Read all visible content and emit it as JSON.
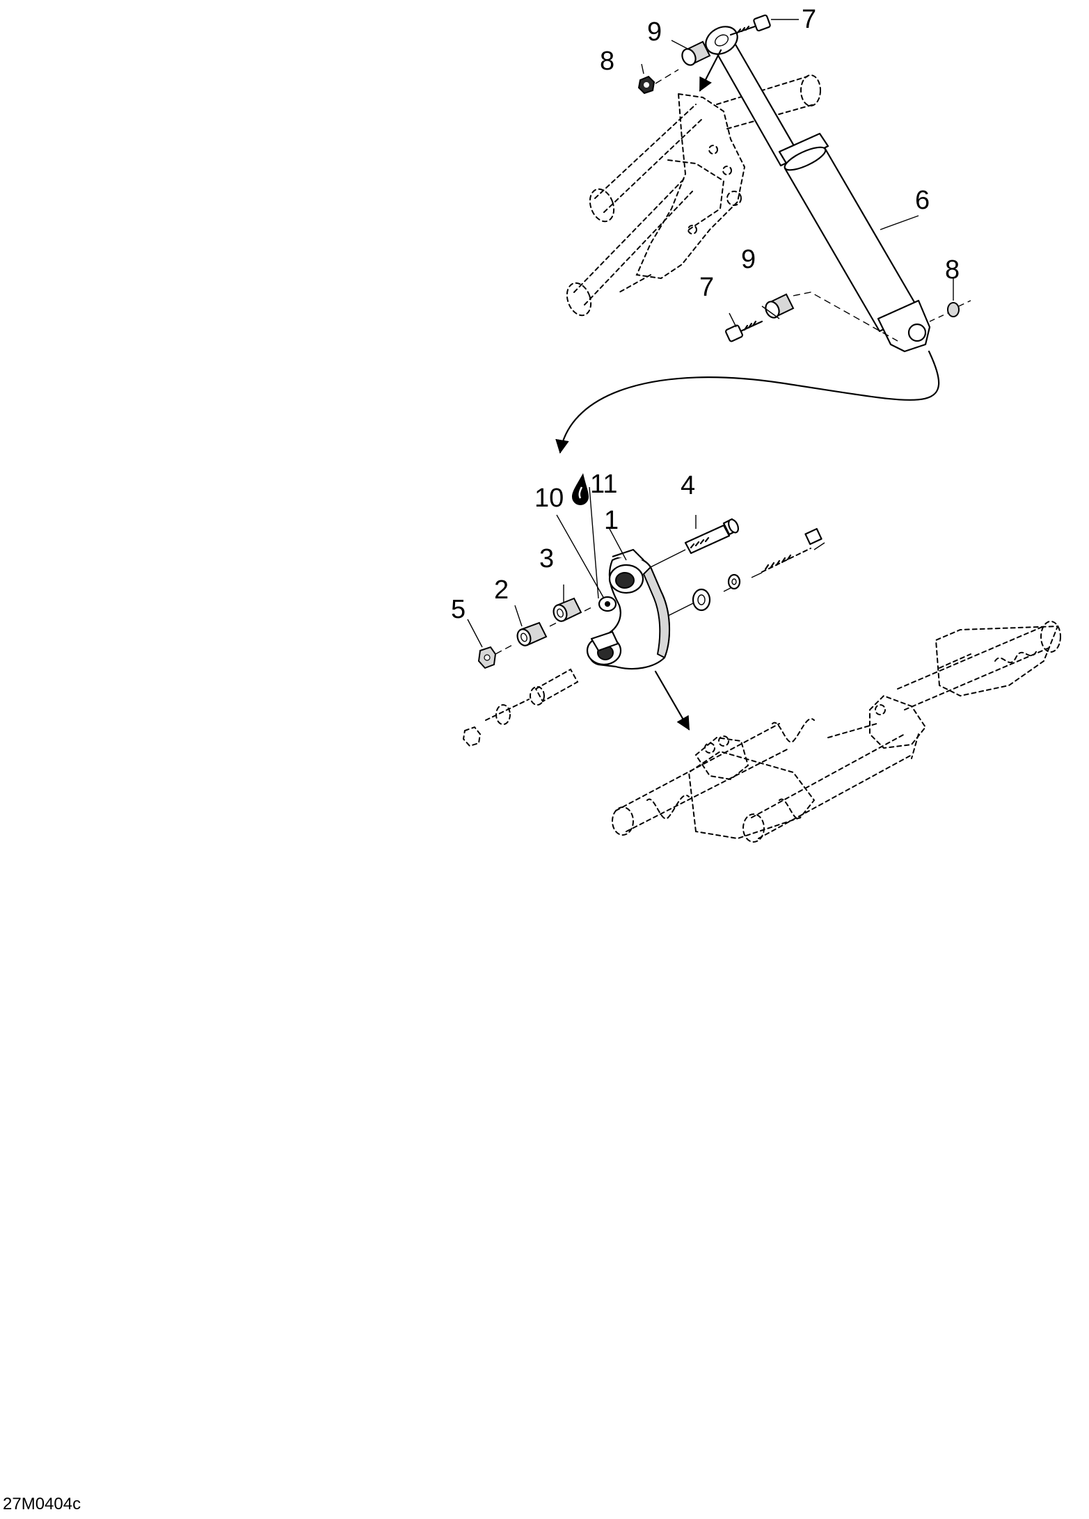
{
  "figure_id": "27M0404c",
  "callouts": {
    "c1": "1",
    "c2": "2",
    "c3": "3",
    "c4": "4",
    "c5": "5",
    "c6": "6",
    "c7_top": "7",
    "c7_mid": "7",
    "c8_top": "8",
    "c8_mid": "8",
    "c9_top": "9",
    "c9_mid": "9",
    "c10": "10",
    "c11": "11"
  },
  "icons": {
    "lubricant": "oil-drop-icon"
  }
}
